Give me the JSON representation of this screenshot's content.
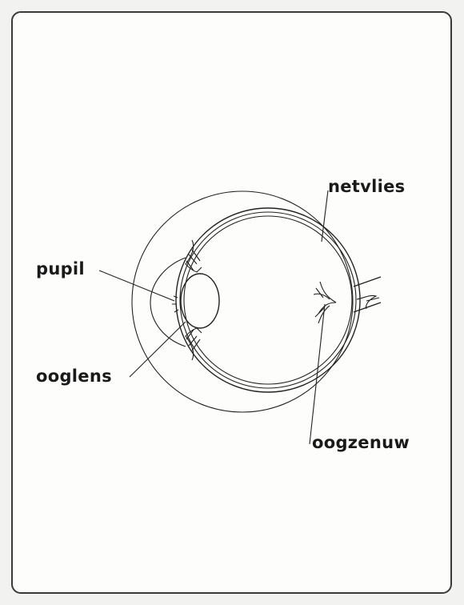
{
  "diagram": {
    "labels": {
      "retina": "netvlies",
      "pupil": "pupil",
      "lens": "ooglens",
      "optic_nerve": "oogzenuw"
    }
  }
}
